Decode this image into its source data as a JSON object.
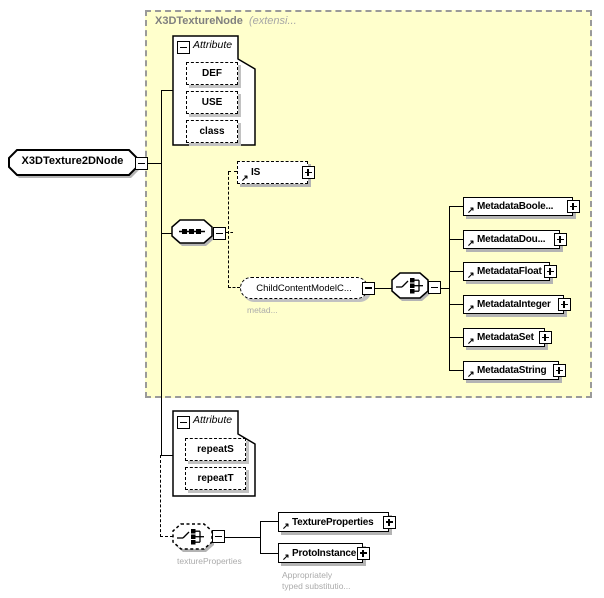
{
  "region": {
    "title": "X3DTextureNode",
    "subtitle": "(extensi..."
  },
  "root": {
    "label": "X3DTexture2DNode"
  },
  "attribute_group_top": {
    "title": "Attribute",
    "items": [
      "DEF",
      "USE",
      "class"
    ]
  },
  "is_element": {
    "label": "IS"
  },
  "child_content": {
    "label": "ChildContentModelC...",
    "note": "metad..."
  },
  "metadata": {
    "items": [
      {
        "label": "MetadataBoole..."
      },
      {
        "label": "MetadataDou..."
      },
      {
        "label": "MetadataFloat"
      },
      {
        "label": "MetadataInteger"
      },
      {
        "label": "MetadataSet"
      },
      {
        "label": "MetadataString"
      }
    ]
  },
  "attribute_group_bottom": {
    "title": "Attribute",
    "items": [
      "repeatS",
      "repeatT"
    ]
  },
  "texture_properties_group": {
    "label": "textureProperties"
  },
  "texture_properties_element": {
    "label": "TextureProperties"
  },
  "proto_instance": {
    "label": "ProtoInstance",
    "note_line1": "Appropriately",
    "note_line2": "typed substitutio..."
  },
  "colors": {
    "region_fill": "#ffffcc",
    "region_border": "#9a9a9a",
    "shadow": "#b4b4b4",
    "line": "#000000"
  }
}
